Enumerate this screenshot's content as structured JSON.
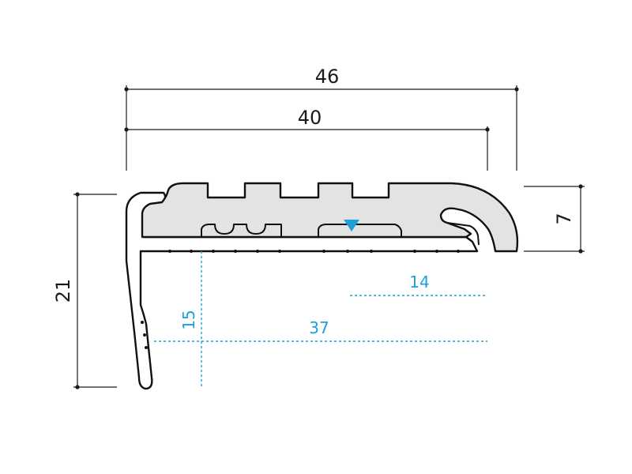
{
  "dimensions": {
    "overall_width": "46",
    "inner_width": "40",
    "height_right": "7",
    "height_left": "21",
    "depth_15": "15",
    "width_14": "14",
    "width_37": "37"
  },
  "colors": {
    "line": "#1a1a1a",
    "insert_fill": "#e3e3e3",
    "accent_blue": "#1e9fd6",
    "marker_blue": "#1e9fd6"
  },
  "icons": {
    "marker": "triangle-down-marker"
  }
}
